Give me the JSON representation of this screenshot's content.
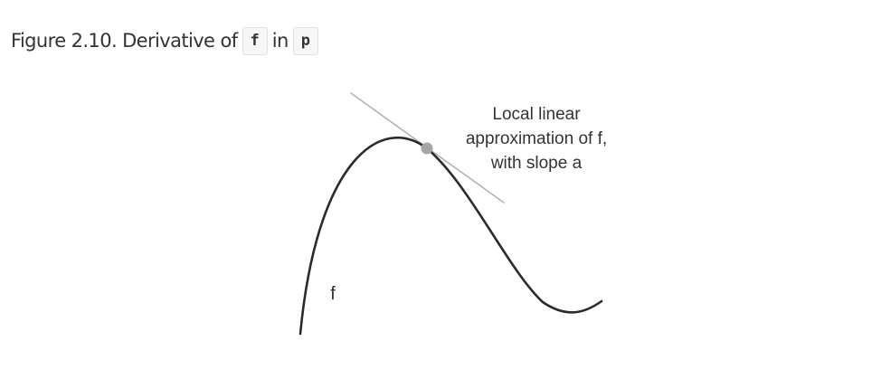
{
  "caption": {
    "prefix": "Figure 2.10. Derivative of",
    "code_f": "f",
    "middle": "in",
    "code_p": "p"
  },
  "diagram": {
    "annotation": {
      "line1": "Local linear",
      "line2": "approximation of f,",
      "line3": "with slope a"
    },
    "curve_label": "f",
    "colors": {
      "curve": "#2b2b2b",
      "tangent": "#b3b3b3",
      "point": "#a6a6a6",
      "text": "#333333"
    }
  }
}
